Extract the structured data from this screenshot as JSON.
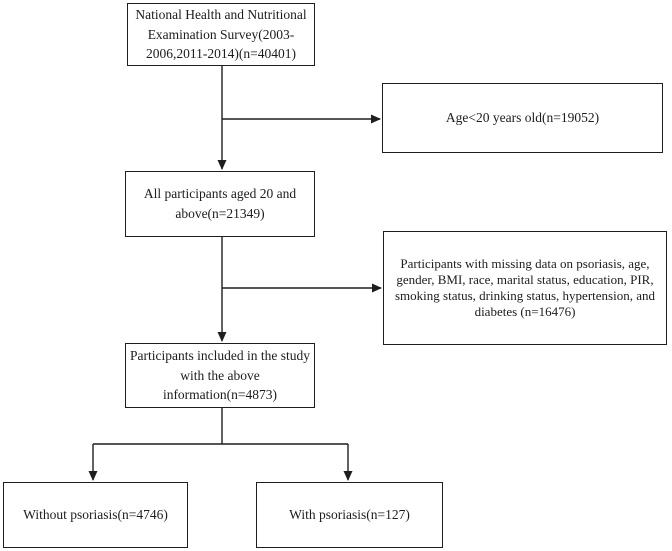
{
  "diagram": {
    "type": "flowchart",
    "colors": {
      "background": "#ffffff",
      "box_border": "#1e1e1e",
      "box_fill": "#ffffff",
      "text": "#1c1c1c",
      "arrow": "#1e1e1e"
    },
    "nodes": {
      "nhanes": {
        "text": "National Health and Nutritional\nExamination Survey(2003-\n2006,2011-2014)(n=40401)"
      },
      "age_excluded": {
        "text": "Age<20 years old(n=19052)"
      },
      "adults": {
        "text": "All participants aged 20 and\nabove(n=21349)"
      },
      "missing_excluded": {
        "text": "Participants with missing data on psoriasis, age,\ngender, BMI, race, marital status, education, PIR,\nsmoking status, drinking status, hypertension, and\ndiabetes (n=16476)"
      },
      "included": {
        "text": "Participants included in the study\nwith the above\ninformation(n=4873)"
      },
      "without_psoriasis": {
        "text": "Without psoriasis(n=4746)"
      },
      "with_psoriasis": {
        "text": "With psoriasis(n=127)"
      }
    },
    "edges": [
      {
        "from": "nhanes",
        "to": "adults",
        "type": "arrow-down"
      },
      {
        "from": "nhanes-adults-trunk",
        "to": "age_excluded",
        "type": "arrow-right"
      },
      {
        "from": "adults",
        "to": "included",
        "type": "arrow-down"
      },
      {
        "from": "adults-included-trunk",
        "to": "missing_excluded",
        "type": "arrow-right"
      },
      {
        "from": "included",
        "to": "without_psoriasis",
        "type": "arrow-down"
      },
      {
        "from": "included",
        "to": "with_psoriasis",
        "type": "arrow-down"
      }
    ]
  }
}
